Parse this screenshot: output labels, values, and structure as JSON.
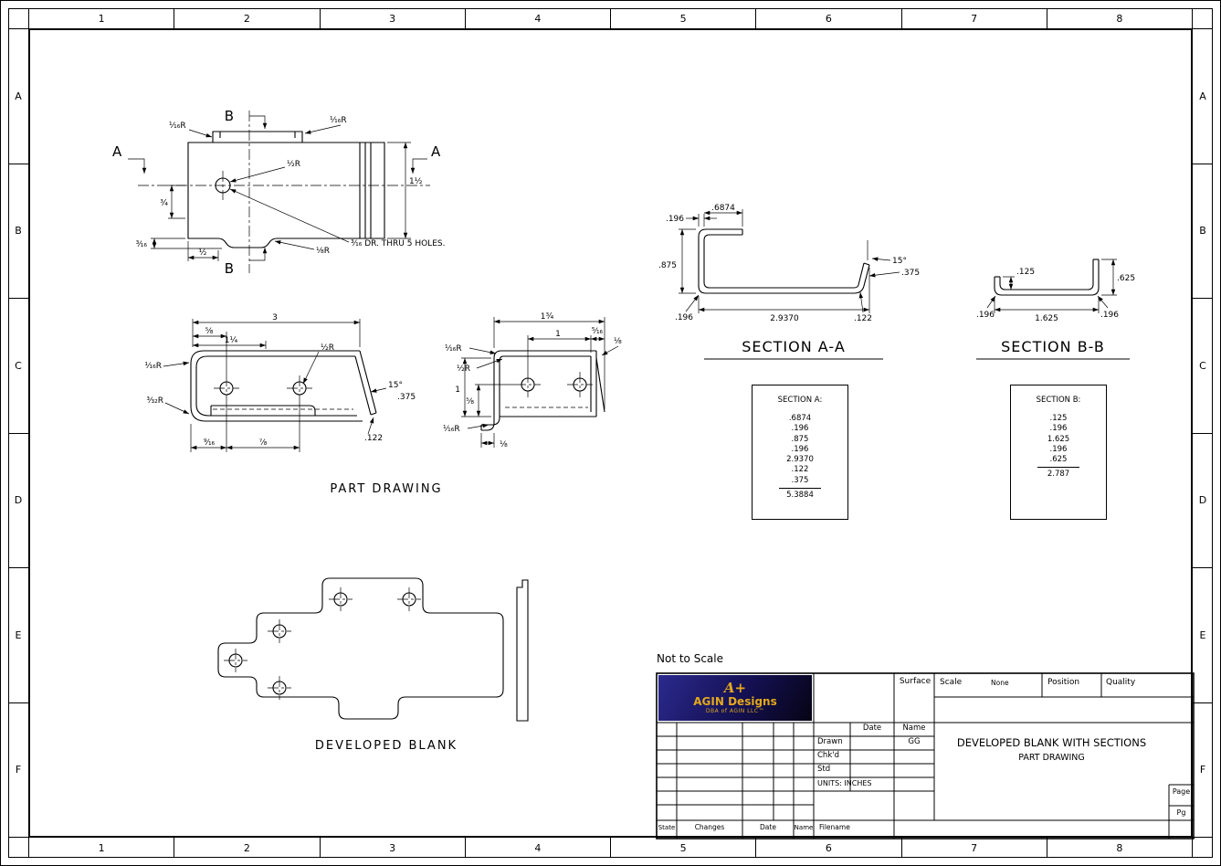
{
  "frame": {
    "cols": [
      "1",
      "2",
      "3",
      "4",
      "5",
      "6",
      "7",
      "8"
    ],
    "rows": [
      "A",
      "B",
      "C",
      "D",
      "E",
      "F"
    ]
  },
  "views": {
    "top": {
      "label_a_left": "A",
      "label_a_right": "A",
      "label_b_top": "B",
      "label_b_bottom": "B",
      "dim_r116_left": "¹⁄₁₆R",
      "dim_r116_right": "¹⁄₁₆R",
      "dim_r12": "½R",
      "dim_34": "¾",
      "dim_316": "³⁄₁₆",
      "dim_12": "½",
      "dim_r18": "⅛R",
      "note_holes": "³⁄₁₆ DR. THRU 5 HOLES.",
      "dim_1_12": "1½"
    },
    "front": {
      "dim_3": "3",
      "dim_58": "⅝",
      "dim_1_14": "1¼",
      "dim_r12": "½R",
      "dim_r116": "¹⁄₁₆R",
      "dim_r332": "³⁄₃₂R",
      "dim_15": "15°",
      "dim_375": ".375",
      "dim_122": ".122",
      "dim_916": "⁹⁄₁₆",
      "dim_78": "⅞",
      "label": "PART DRAWING"
    },
    "side": {
      "dim_1_34": "1¾",
      "dim_1_top": "1",
      "dim_516": "⁵⁄₁₆",
      "dim_18_top": "⅛",
      "dim_r116_top": "¹⁄₁₆R",
      "dim_r12": "½R",
      "dim_1_left": "1",
      "dim_58": "⅝",
      "dim_r116_bottom": "¹⁄₁₆R",
      "dim_18_bottom": "⅛"
    },
    "blank": {
      "label": "DEVELOPED BLANK"
    }
  },
  "section_a": {
    "title": "SECTION A-A",
    "dim_196_top": ".196",
    "dim_6874": ".6874",
    "dim_875": ".875",
    "dim_196_bottom": ".196",
    "dim_29370": "2.9370",
    "dim_15": "15°",
    "dim_375": ".375",
    "dim_122": ".122",
    "table": {
      "header": "SECTION A:",
      "values": [
        ".6874",
        ".196",
        ".875",
        ".196",
        "2.9370",
        ".122",
        ".375"
      ],
      "total": "5.3884"
    }
  },
  "section_b": {
    "title": "SECTION B-B",
    "dim_125": ".125",
    "dim_625": ".625",
    "dim_196_left": ".196",
    "dim_1625": "1.625",
    "dim_196_right": ".196",
    "table": {
      "header": "SECTION B:",
      "values": [
        ".125",
        ".196",
        "1.625",
        ".196",
        ".625"
      ],
      "total": "2.787"
    }
  },
  "title_block": {
    "not_to_scale": "Not to Scale",
    "logo": {
      "mark": "A+",
      "brand": "AGIN Designs",
      "sub": "DBA of AGIN LLC™",
      "accent": "#e3a81c",
      "bg": "#141052"
    },
    "surface": "Surface",
    "scale_label": "Scale",
    "scale_value": "None",
    "position": "Position",
    "quality": "Quality",
    "date": "Date",
    "name": "Name",
    "drawn": "Drawn",
    "drawn_by": "GG",
    "chkd": "Chk'd",
    "std": "Std",
    "units": "UNITS: INCHES",
    "title_line1": "DEVELOPED BLANK WITH SECTIONS",
    "title_line2": "PART DRAWING",
    "page": "Page",
    "pg": "Pg",
    "state": "State",
    "changes": "Changes",
    "date_col": "Date",
    "name_col": "Name",
    "filename": "Filename"
  }
}
